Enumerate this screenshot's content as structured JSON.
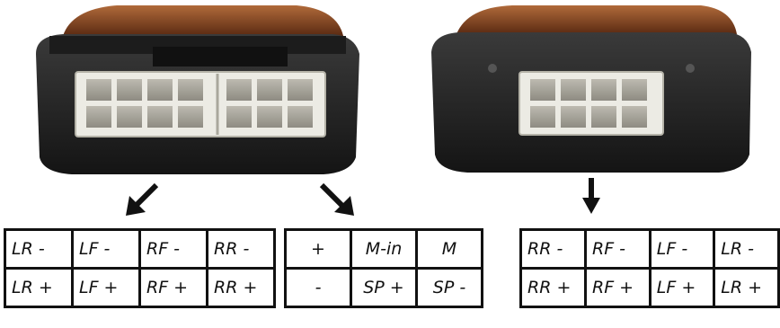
{
  "connector_left": {
    "table_a": {
      "rows": [
        [
          "LR -",
          "LF -",
          "RF -",
          "RR -"
        ],
        [
          "LR +",
          "LF +",
          "RF +",
          "RR +"
        ]
      ]
    },
    "table_b": {
      "rows": [
        [
          "+",
          "M-in",
          "M"
        ],
        [
          "-",
          "SP +",
          "SP -"
        ]
      ]
    }
  },
  "connector_right": {
    "table": {
      "rows": [
        [
          "RR -",
          "RF -",
          "LF -",
          "LR -"
        ],
        [
          "RR +",
          "RF +",
          "LF +",
          "LR +"
        ]
      ]
    }
  },
  "colors": {
    "device_body": "#2a2a2a",
    "device_top": "#7a3b1c",
    "connector_housing": "#ecebe4",
    "grid_border": "#111111"
  },
  "icons": [
    "arrow-down-left-icon",
    "arrow-down-right-icon",
    "arrow-down-icon"
  ]
}
